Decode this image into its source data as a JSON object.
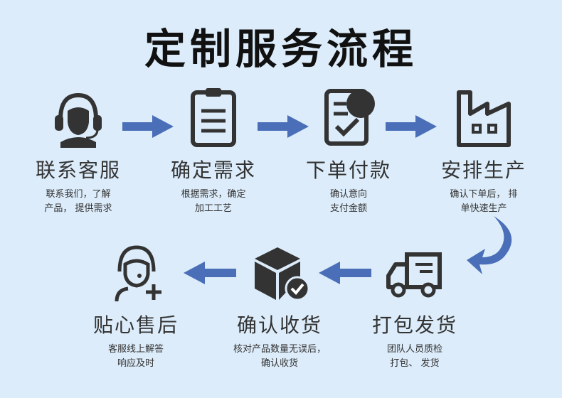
{
  "title": "定制服务流程",
  "colors": {
    "background": "#dcecfa",
    "arrow": "#4a6fb8",
    "icon": "#333333"
  },
  "steps": [
    {
      "icon": "headset-icon",
      "name": "联系客服",
      "desc1": "联系我们，了解",
      "desc2": "产品， 提供需求"
    },
    {
      "icon": "clipboard-icon",
      "name": "确定需求",
      "desc1": "根据需求，确定",
      "desc2": "加工工艺"
    },
    {
      "icon": "checklist-icon",
      "name": "下单付款",
      "desc1": "确认意向",
      "desc2": "支付金额"
    },
    {
      "icon": "factory-icon",
      "name": "安排生产",
      "desc1": "确认下单后， 排",
      "desc2": "单快速生产"
    },
    {
      "icon": "truck-icon",
      "name": "打包发货",
      "desc1": "团队人员质检",
      "desc2": "打包、 发货"
    },
    {
      "icon": "package-check-icon",
      "name": "确认收货",
      "desc1": "核对产品数量无误后，",
      "desc2": "确认收货"
    },
    {
      "icon": "support-agent-icon",
      "name": "贴心售后",
      "desc1": "客服线上解答",
      "desc2": "响应及时"
    }
  ]
}
